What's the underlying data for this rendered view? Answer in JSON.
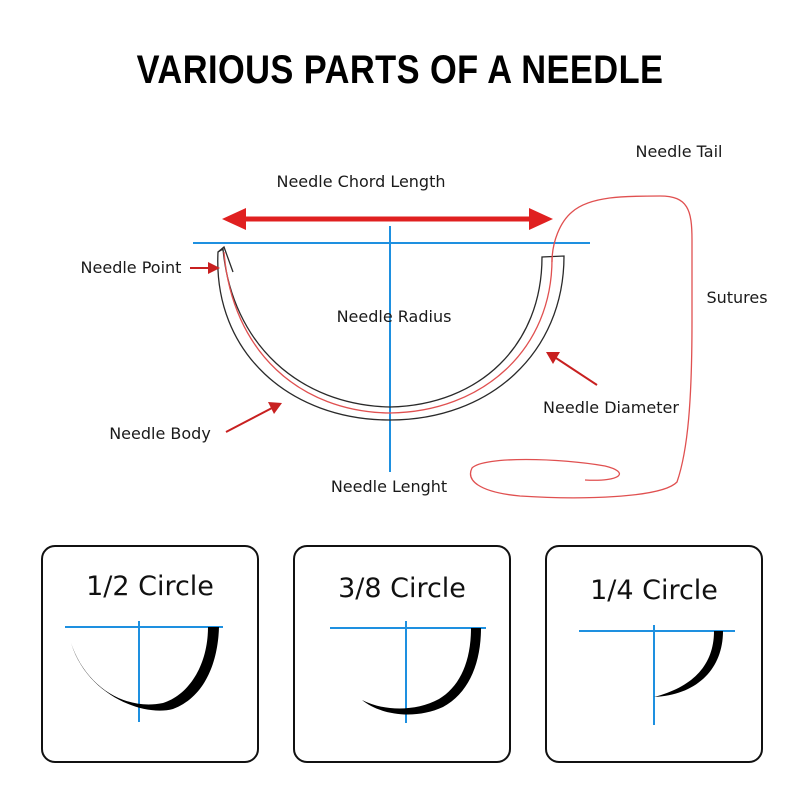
{
  "title": "VARIOUS PARTS OF A NEEDLE",
  "labels": {
    "chord_length": "Needle Chord Length",
    "needle_tail": "Needle Tail",
    "needle_point": "Needle Point",
    "needle_radius": "Needle Radius",
    "sutures": "Sutures",
    "needle_diameter": "Needle Diameter",
    "needle_body": "Needle Body",
    "needle_length": "Needle Lenght"
  },
  "circles": [
    {
      "label": "1/2 Circle"
    },
    {
      "label": "3/8 Circle"
    },
    {
      "label": "1/4 Circle"
    }
  ],
  "colors": {
    "blue": "#1e90e0",
    "red": "#e02020",
    "outline": "#2a2a2a",
    "suture": "#e05050"
  }
}
